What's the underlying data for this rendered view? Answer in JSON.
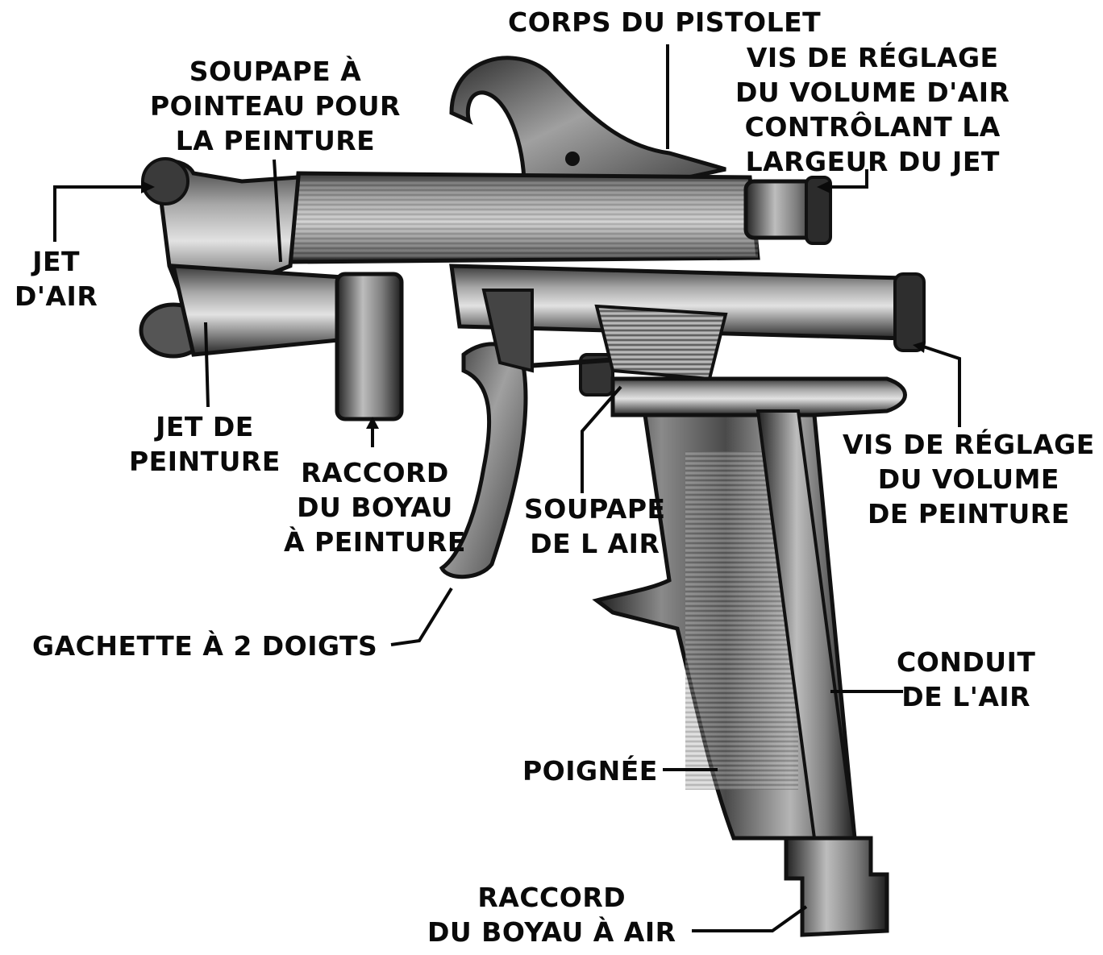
{
  "colors": {
    "ink": "#0a0a0a",
    "metal_dark": "#2b2b2b",
    "metal_mid": "#6e6e6e",
    "metal_light": "#c9c9c9",
    "paper": "#ffffff"
  },
  "labels": {
    "corps_du_pistolet": [
      "CORPS DU PISTOLET"
    ],
    "vis_volume_air": [
      "VIS DE RÉGLAGE",
      "DU VOLUME D'AIR",
      "CONTRÔLANT LA",
      "LARGEUR DU JET"
    ],
    "soupape_pointeau": [
      "SOUPAPE À",
      "POINTEAU POUR",
      "LA PEINTURE"
    ],
    "jet_air": [
      "JET",
      "D'AIR"
    ],
    "jet_peinture": [
      "JET DE",
      "PEINTURE"
    ],
    "raccord_boyau_peinture": [
      "RACCORD",
      "DU BOYAU",
      "À PEINTURE"
    ],
    "soupape_air": [
      "SOUPAPE",
      "DE L AIR"
    ],
    "vis_volume_peinture": [
      "VIS DE RÉGLAGE",
      "DU VOLUME",
      "DE PEINTURE"
    ],
    "gachette": [
      "GACHETTE À 2 DOIGTS"
    ],
    "conduit_air": [
      "CONDUIT",
      "DE L'AIR"
    ],
    "poignee": [
      "POIGNÉE"
    ],
    "raccord_boyau_air": [
      "RACCORD",
      "DU BOYAU À AIR"
    ]
  }
}
